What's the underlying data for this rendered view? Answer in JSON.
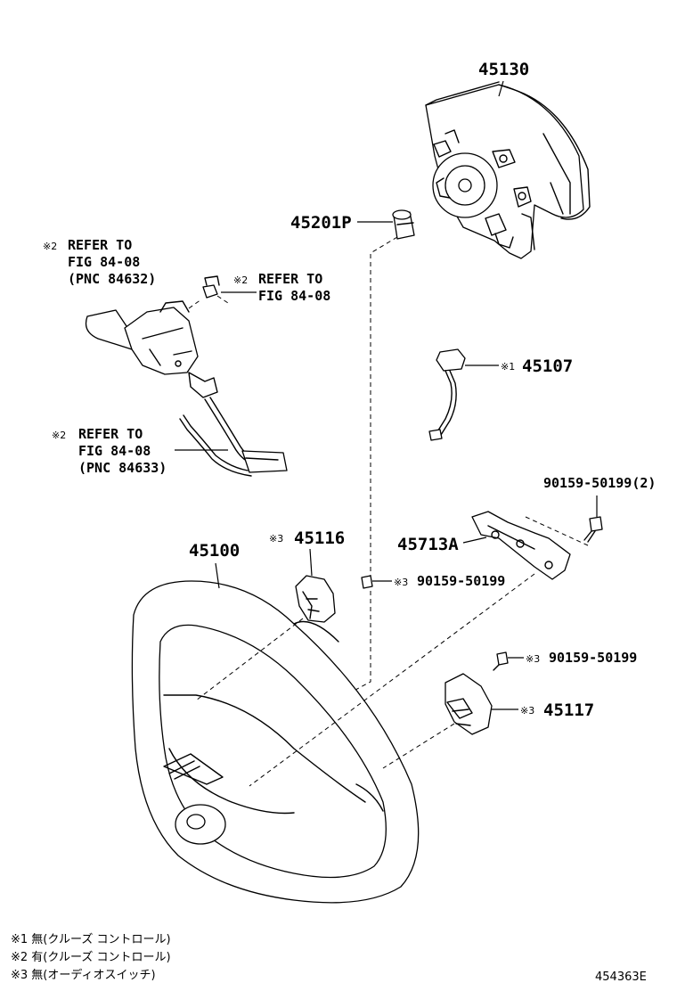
{
  "parts": {
    "airbag": "45130",
    "cap": "45201P",
    "harness": "45107",
    "wheel": "45100",
    "cover_left": "45116",
    "cover_right": "45117",
    "bracket": "45713A",
    "screw_pair": "90159-50199(2)",
    "screw_left": "90159-50199",
    "screw_right": "90159-50199"
  },
  "marks": {
    "m1": "※1",
    "m2": "※2",
    "m3": "※3"
  },
  "references": {
    "ref1": {
      "line1": "REFER TO",
      "line2": "FIG 84-08",
      "line3": "(PNC 84632)"
    },
    "ref2": {
      "line1": "REFER TO",
      "line2": "FIG 84-08"
    },
    "ref3": {
      "line1": "REFER TO",
      "line2": "FIG 84-08",
      "line3": "(PNC 84633)"
    }
  },
  "legend": [
    "※1 無(クルーズ コントロール)",
    "※2 有(クルーズ コントロール)",
    "※3 無(オーディオスイッチ)"
  ],
  "figure_id": "454363E"
}
